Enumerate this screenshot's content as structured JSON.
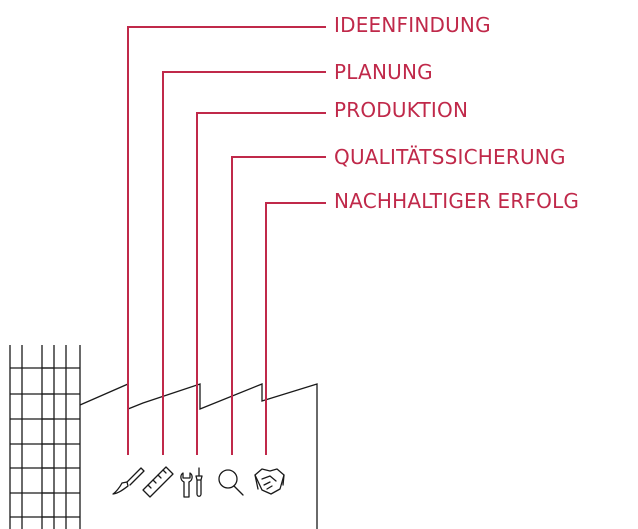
{
  "colors": {
    "accent": "#c0294a",
    "ink": "#1a1a1a"
  },
  "stages": [
    {
      "label": "IDEENFINDUNG",
      "icon": "paintbrush-icon"
    },
    {
      "label": "PLANUNG",
      "icon": "ruler-icon"
    },
    {
      "label": "PRODUKTION",
      "icon": "wrench-screwdriver-icon"
    },
    {
      "label": "QUALITÄTSSICHERUNG",
      "icon": "magnifier-icon"
    },
    {
      "label": "NACHHALTIGER ERFOLG",
      "icon": "handshake-icon"
    }
  ]
}
